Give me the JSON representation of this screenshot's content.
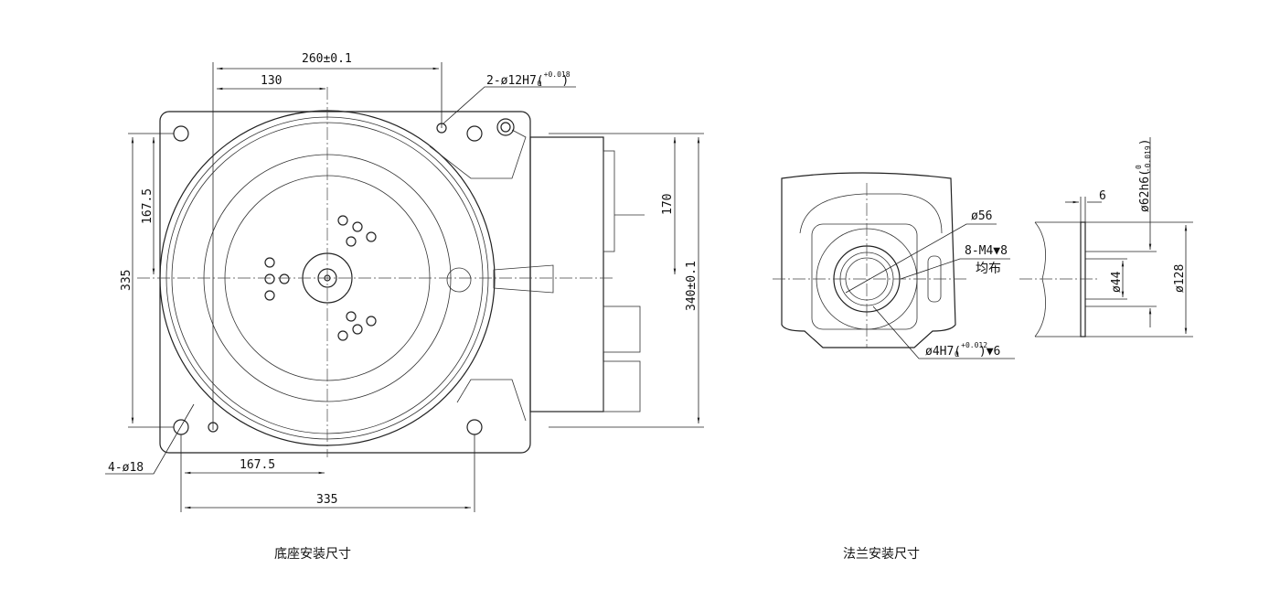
{
  "base_view": {
    "caption": "底座安装尺寸",
    "dims": {
      "top_260": "260±0.1",
      "top_130": "130",
      "hole_2": "2-ø12H7(",
      "hole_2_tol_upper": "+0.018",
      "hole_2_tol_lower": "0",
      "hole_2_close": ")",
      "left_167": "167.5",
      "left_335": "335",
      "right_170": "170",
      "right_340": "340±0.1",
      "holes_4": "4-ø18",
      "bottom_167": "167.5",
      "bottom_335": "335"
    }
  },
  "flange_view": {
    "caption": "法兰安装尺寸",
    "dims": {
      "d56": "ø56",
      "m4": "8-M4▼8",
      "even": "均布",
      "d4": "ø4H7(",
      "d4_tol_upper": "+0.012",
      "d4_tol_lower": "0",
      "d4_close": ")▼6",
      "d62": "ø62h6(",
      "d62_tol_upper": "0",
      "d62_tol_lower": "-0.019",
      "d62_close": ")",
      "six": "6",
      "d44": "ø44",
      "d128": "ø128"
    }
  }
}
